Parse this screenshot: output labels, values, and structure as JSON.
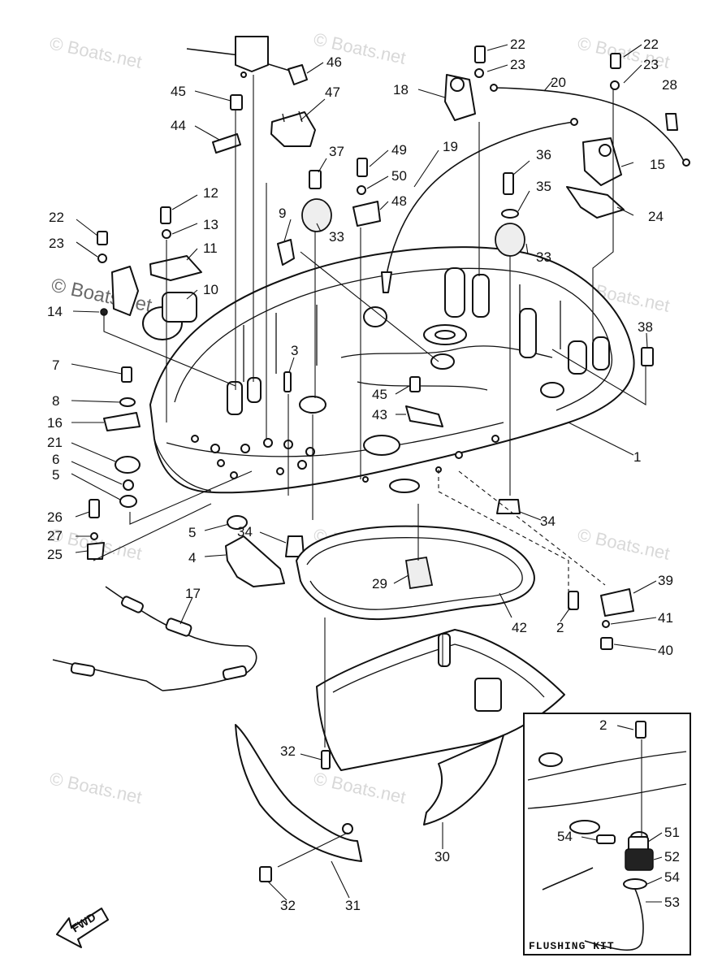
{
  "watermark": "© Boats.net",
  "kit_title": "FLUSHING KIT",
  "fwd_label": "FWD",
  "labels": [
    {
      "id": "l1",
      "text": "1"
    },
    {
      "id": "l2a",
      "text": "2"
    },
    {
      "id": "l2b",
      "text": "2"
    },
    {
      "id": "l3",
      "text": "3"
    },
    {
      "id": "l4",
      "text": "4"
    },
    {
      "id": "l5a",
      "text": "5"
    },
    {
      "id": "l5b",
      "text": "5"
    },
    {
      "id": "l6",
      "text": "6"
    },
    {
      "id": "l7",
      "text": "7"
    },
    {
      "id": "l8",
      "text": "8"
    },
    {
      "id": "l9",
      "text": "9"
    },
    {
      "id": "l10",
      "text": "10"
    },
    {
      "id": "l11",
      "text": "11"
    },
    {
      "id": "l12",
      "text": "12"
    },
    {
      "id": "l13",
      "text": "13"
    },
    {
      "id": "l14",
      "text": "14"
    },
    {
      "id": "l15",
      "text": "15"
    },
    {
      "id": "l16",
      "text": "16"
    },
    {
      "id": "l17",
      "text": "17"
    },
    {
      "id": "l18",
      "text": "18"
    },
    {
      "id": "l19",
      "text": "19"
    },
    {
      "id": "l20",
      "text": "20"
    },
    {
      "id": "l21",
      "text": "21"
    },
    {
      "id": "l22a",
      "text": "22"
    },
    {
      "id": "l22b",
      "text": "22"
    },
    {
      "id": "l22c",
      "text": "22"
    },
    {
      "id": "l23a",
      "text": "23"
    },
    {
      "id": "l23b",
      "text": "23"
    },
    {
      "id": "l23c",
      "text": "23"
    },
    {
      "id": "l24",
      "text": "24"
    },
    {
      "id": "l25",
      "text": "25"
    },
    {
      "id": "l26",
      "text": "26"
    },
    {
      "id": "l27",
      "text": "27"
    },
    {
      "id": "l28",
      "text": "28"
    },
    {
      "id": "l29",
      "text": "29"
    },
    {
      "id": "l30",
      "text": "30"
    },
    {
      "id": "l31",
      "text": "31"
    },
    {
      "id": "l32a",
      "text": "32"
    },
    {
      "id": "l32b",
      "text": "32"
    },
    {
      "id": "l33a",
      "text": "33"
    },
    {
      "id": "l33b",
      "text": "33"
    },
    {
      "id": "l34a",
      "text": "34"
    },
    {
      "id": "l34b",
      "text": "34"
    },
    {
      "id": "l35",
      "text": "35"
    },
    {
      "id": "l36",
      "text": "36"
    },
    {
      "id": "l37",
      "text": "37"
    },
    {
      "id": "l38",
      "text": "38"
    },
    {
      "id": "l39",
      "text": "39"
    },
    {
      "id": "l40",
      "text": "40"
    },
    {
      "id": "l41",
      "text": "41"
    },
    {
      "id": "l42",
      "text": "42"
    },
    {
      "id": "l43",
      "text": "43"
    },
    {
      "id": "l44",
      "text": "44"
    },
    {
      "id": "l45a",
      "text": "45"
    },
    {
      "id": "l45b",
      "text": "45"
    },
    {
      "id": "l46",
      "text": "46"
    },
    {
      "id": "l47",
      "text": "47"
    },
    {
      "id": "l48",
      "text": "48"
    },
    {
      "id": "l49",
      "text": "49"
    },
    {
      "id": "l50",
      "text": "50"
    },
    {
      "id": "l51",
      "text": "51"
    },
    {
      "id": "l52",
      "text": "52"
    },
    {
      "id": "l53",
      "text": "53"
    },
    {
      "id": "l54a",
      "text": "54"
    },
    {
      "id": "l54b",
      "text": "54"
    }
  ]
}
